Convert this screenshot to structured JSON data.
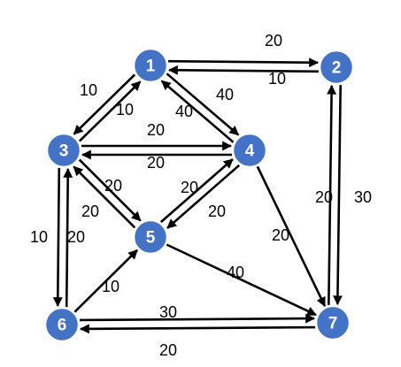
{
  "colors": {
    "node_fill": "#4472C4",
    "node_stroke": "#FFFFFF",
    "node_text": "#FFFFFF",
    "edge": "#000000",
    "label": "#000000",
    "background": "#FFFFFF"
  },
  "nodes": [
    {
      "id": "1",
      "label": "1"
    },
    {
      "id": "2",
      "label": "2"
    },
    {
      "id": "3",
      "label": "3"
    },
    {
      "id": "4",
      "label": "4"
    },
    {
      "id": "5",
      "label": "5"
    },
    {
      "id": "6",
      "label": "6"
    },
    {
      "id": "7",
      "label": "7"
    }
  ],
  "edges": [
    {
      "from": "1",
      "to": "2",
      "weight": "20"
    },
    {
      "from": "2",
      "to": "1",
      "weight": "10"
    },
    {
      "from": "3",
      "to": "1",
      "weight": "10"
    },
    {
      "from": "1",
      "to": "3",
      "weight": "10"
    },
    {
      "from": "1",
      "to": "4",
      "weight": "40"
    },
    {
      "from": "4",
      "to": "1",
      "weight": "40"
    },
    {
      "from": "3",
      "to": "4",
      "weight": "20"
    },
    {
      "from": "4",
      "to": "3",
      "weight": "20"
    },
    {
      "from": "3",
      "to": "5",
      "weight": "20"
    },
    {
      "from": "5",
      "to": "3",
      "weight": "20"
    },
    {
      "from": "5",
      "to": "4",
      "weight": "20"
    },
    {
      "from": "4",
      "to": "5",
      "weight": "20"
    },
    {
      "from": "6",
      "to": "3",
      "weight": "10"
    },
    {
      "from": "3",
      "to": "6",
      "weight": "20"
    },
    {
      "from": "6",
      "to": "5",
      "weight": "10"
    },
    {
      "from": "5",
      "to": "7",
      "weight": "40"
    },
    {
      "from": "4",
      "to": "7",
      "weight": "20"
    },
    {
      "from": "7",
      "to": "2",
      "weight": "20"
    },
    {
      "from": "2",
      "to": "7",
      "weight": "30"
    },
    {
      "from": "7",
      "to": "6",
      "weight": "30"
    },
    {
      "from": "6",
      "to": "7",
      "weight": "20"
    }
  ]
}
